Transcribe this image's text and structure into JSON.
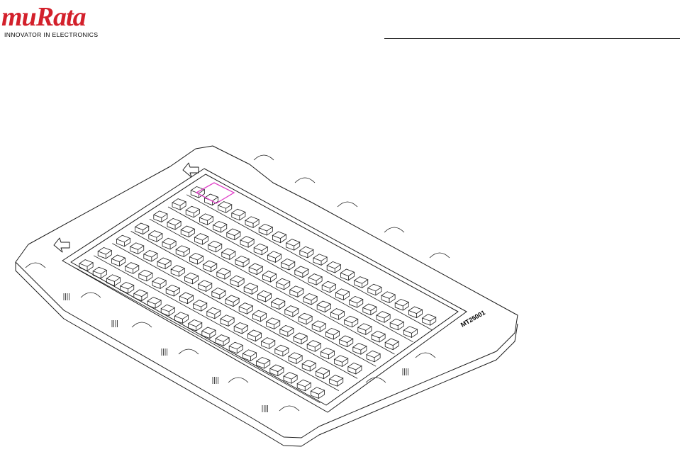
{
  "brand": {
    "name": "muRata",
    "tagline": "INNOVATOR IN ELECTRONICS",
    "color": "#d3202b"
  },
  "diagram": {
    "marking_text": "MT25001",
    "highlight_color": "#e040c8",
    "icons": [
      "arrow-icon",
      "arrow-icon"
    ]
  }
}
